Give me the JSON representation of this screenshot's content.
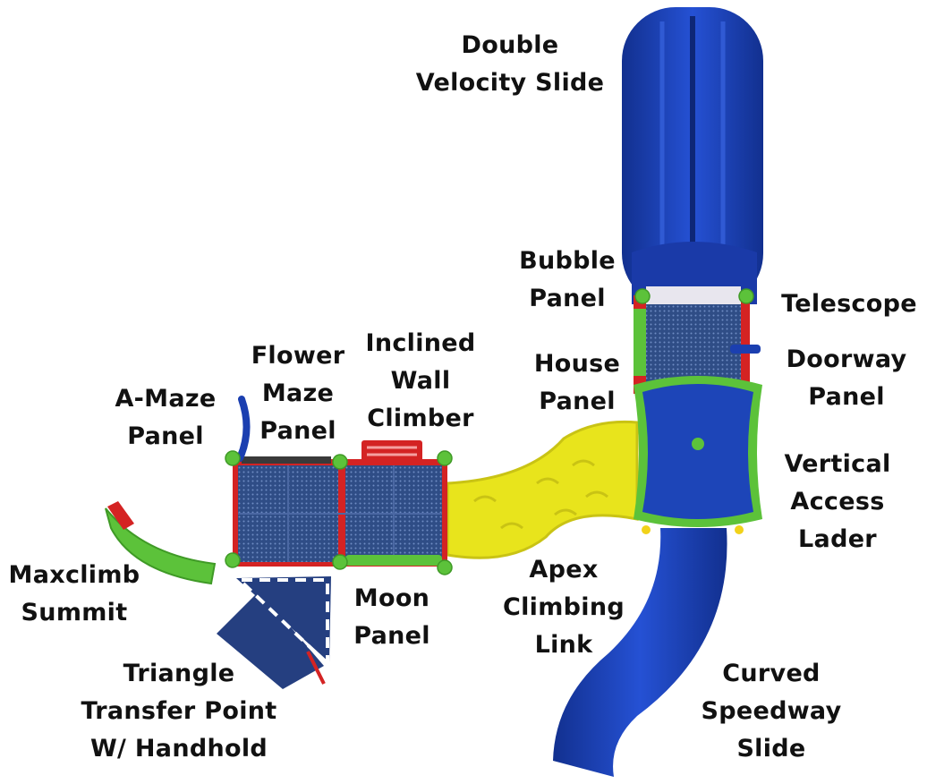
{
  "labels": {
    "double_velocity_slide": [
      "Double",
      "Velocity Slide"
    ],
    "bubble_panel": [
      "Bubble",
      "Panel"
    ],
    "telescope": [
      "Telescope"
    ],
    "house_panel": [
      "House",
      "Panel"
    ],
    "doorway_panel": [
      "Doorway",
      "Panel"
    ],
    "flower_maze_panel": [
      "Flower",
      "Maze",
      "Panel"
    ],
    "inclined_wall_climber": [
      "Inclined",
      "Wall",
      "Climber"
    ],
    "a_maze_panel": [
      "A-Maze",
      "Panel"
    ],
    "vertical_access_ladder": [
      "Vertical",
      "Access",
      "Lader"
    ],
    "maxclimb_summit": [
      "Maxclimb",
      "Summit"
    ],
    "moon_panel": [
      "Moon",
      "Panel"
    ],
    "apex_climbing_link": [
      "Apex",
      "Climbing",
      "Link"
    ],
    "triangle_transfer_point": [
      "Triangle",
      "Transfer Point",
      "W/ Handhold"
    ],
    "curved_speedway_slide": [
      "Curved",
      "Speedway",
      "Slide"
    ]
  },
  "colors": {
    "slide_blue": "#1b3fb0",
    "deck_navy": "#2f4d86",
    "link_yellow": "#e8e41c",
    "trim_green": "#5cc23a",
    "frame_red": "#d42323",
    "post_yellow": "#f1d21a",
    "background": "#ffffff"
  }
}
